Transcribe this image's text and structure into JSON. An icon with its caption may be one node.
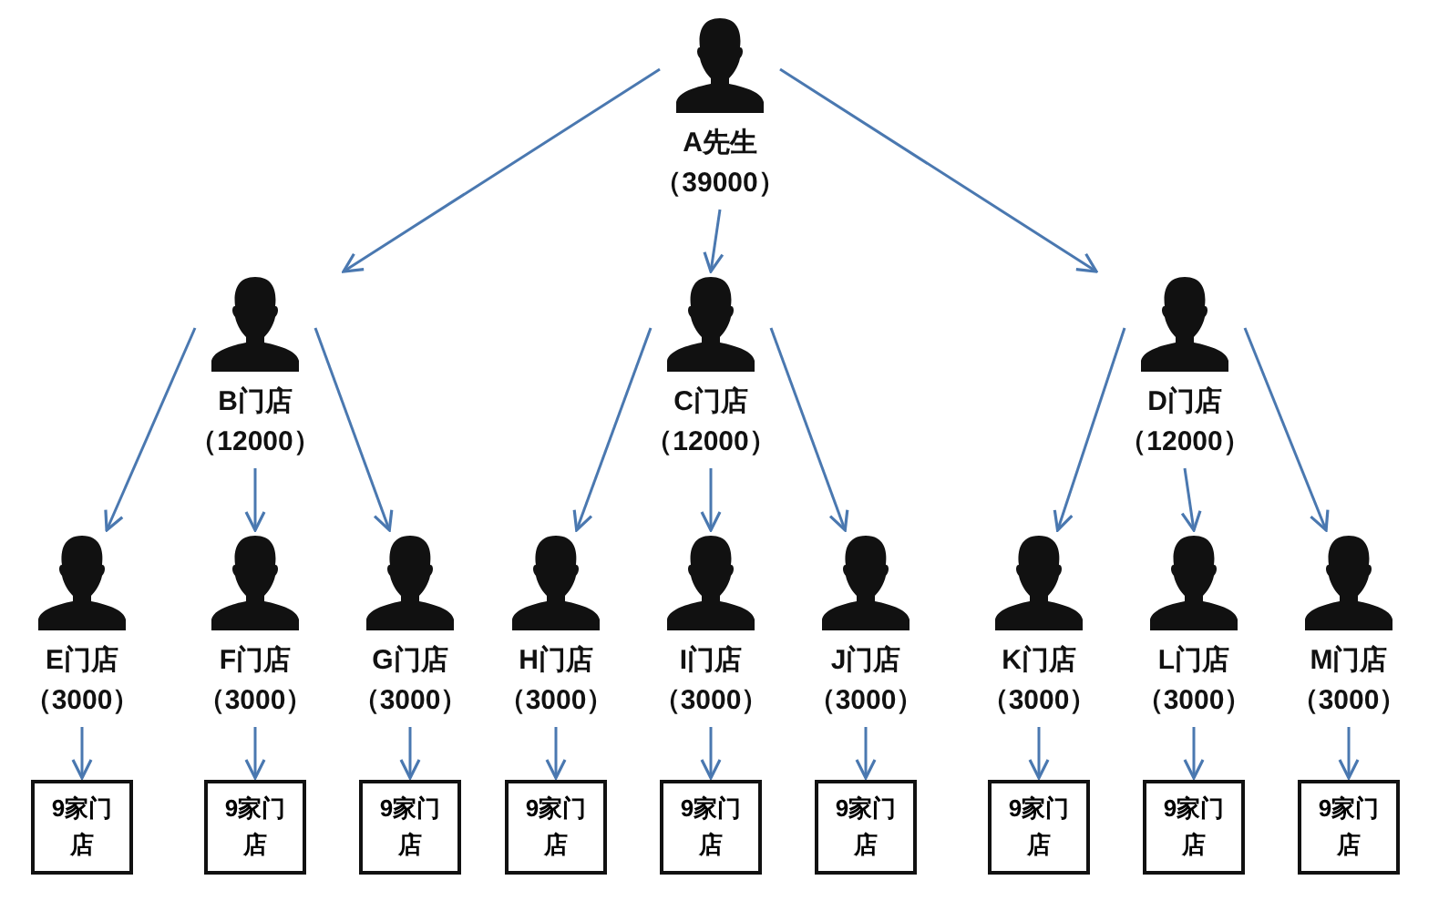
{
  "diagram": {
    "nodes": [
      {
        "text": [
          "A先生",
          "（39000）"
        ]
      },
      {
        "text": [
          "B门店",
          "（12000）"
        ]
      },
      {
        "text": [
          "C门店",
          "（12000）"
        ]
      },
      {
        "text": [
          "D门店",
          "（12000）"
        ]
      },
      {
        "text": [
          "E门店",
          "（3000）"
        ]
      },
      {
        "text": [
          "F门店",
          "（3000）"
        ]
      },
      {
        "text": [
          "G门店",
          "（3000）"
        ]
      },
      {
        "text": [
          "H门店",
          "（3000）"
        ]
      },
      {
        "text": [
          "I门店",
          "（3000）"
        ]
      },
      {
        "text": [
          "J门店",
          "（3000）"
        ]
      },
      {
        "text": [
          "K门店",
          "（3000）"
        ]
      },
      {
        "text": [
          "L门店",
          "（3000）"
        ]
      },
      {
        "text": [
          "M门店",
          "（3000）"
        ]
      },
      {
        "text": [
          "9家门店"
        ]
      },
      {
        "text": [
          "9家门店"
        ]
      },
      {
        "text": [
          "9家门店"
        ]
      },
      {
        "text": [
          "9家门店"
        ]
      },
      {
        "text": [
          "9家门店"
        ]
      },
      {
        "text": [
          "9家门店"
        ]
      },
      {
        "text": [
          "9家门店"
        ]
      },
      {
        "text": [
          "9家门店"
        ]
      },
      {
        "text": [
          "9家门店"
        ]
      }
    ],
    "edges": [
      {
        "from": 0,
        "to": 1,
        "arrow": "to"
      },
      {
        "from": 0,
        "to": 2,
        "arrow": "to"
      },
      {
        "from": 0,
        "to": 3,
        "arrow": "to"
      },
      {
        "from": 1,
        "to": 4,
        "arrow": "to"
      },
      {
        "from": 1,
        "to": 5,
        "arrow": "to"
      },
      {
        "from": 1,
        "to": 6,
        "arrow": "to"
      },
      {
        "from": 2,
        "to": 7,
        "arrow": "to"
      },
      {
        "from": 2,
        "to": 8,
        "arrow": "to"
      },
      {
        "from": 2,
        "to": 9,
        "arrow": "to"
      },
      {
        "from": 3,
        "to": 10,
        "arrow": "to"
      },
      {
        "from": 3,
        "to": 11,
        "arrow": "to"
      },
      {
        "from": 3,
        "to": 12,
        "arrow": "to"
      },
      {
        "from": 4,
        "to": 13,
        "arrow": "to"
      },
      {
        "from": 5,
        "to": 14,
        "arrow": "to"
      },
      {
        "from": 6,
        "to": 15,
        "arrow": "to"
      },
      {
        "from": 7,
        "to": 16,
        "arrow": "to"
      },
      {
        "from": 8,
        "to": 17,
        "arrow": "to"
      },
      {
        "from": 9,
        "to": 18,
        "arrow": "to"
      },
      {
        "from": 10,
        "to": 19,
        "arrow": "to"
      },
      {
        "from": 11,
        "to": 20,
        "arrow": "to"
      },
      {
        "from": 12,
        "to": 21,
        "arrow": "to"
      }
    ]
  }
}
